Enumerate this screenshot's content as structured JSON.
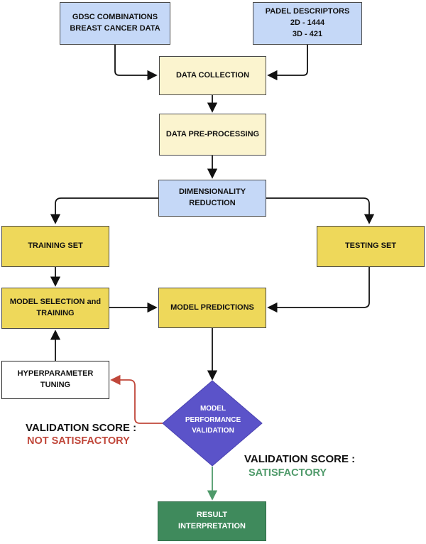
{
  "nodes": {
    "gdsc": "GDSC COMBINATIONS\nBREAST CANCER DATA",
    "padel": "PADEL DESCRIPTORS\n2D - 1444\n3D - 421",
    "data_collection": "DATA COLLECTION",
    "preprocessing": "DATA PRE-PROCESSING",
    "dimensionality": "DIMENSIONALITY\nREDUCTION",
    "training_set": "TRAINING SET",
    "testing_set": "TESTING SET",
    "model_selection": "MODEL SELECTION and\nTRAINING",
    "model_predictions": "MODEL PREDICTIONS",
    "hyperparameter": "HYPERPARAMETER\nTUNING",
    "validation": "MODEL\nPERFORMANCE\nVALIDATION",
    "result": "RESULT INTERPRETATION"
  },
  "labels": {
    "not_satisfactory_title": "VALIDATION SCORE :",
    "not_satisfactory_value": "NOT SATISFACTORY",
    "satisfactory_title": "VALIDATION SCORE :",
    "satisfactory_value": "SATISFACTORY"
  },
  "colors": {
    "source_blue": "#c5d8f7",
    "process_cream": "#fbf4cf",
    "stage_yellow": "#eed85a",
    "decision_purple": "#5b53c9",
    "result_green": "#3f8a5c",
    "fail_red": "#c0473a",
    "pass_green": "#4f9a6a"
  }
}
